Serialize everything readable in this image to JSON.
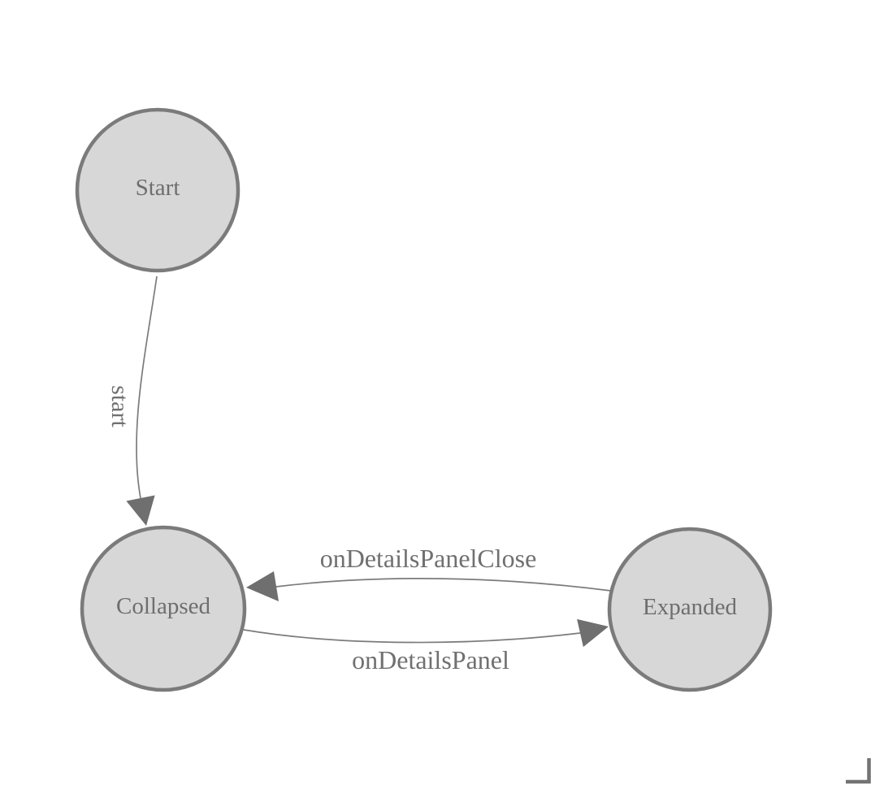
{
  "diagram": {
    "type": "state-diagram",
    "nodes": [
      {
        "id": "start",
        "label": "Start"
      },
      {
        "id": "collapsed",
        "label": "Collapsed"
      },
      {
        "id": "expanded",
        "label": "Expanded"
      }
    ],
    "edges": [
      {
        "from": "Start",
        "to": "Collapsed",
        "label": "start"
      },
      {
        "from": "Collapsed",
        "to": "Expanded",
        "label": "onDetailsPanel"
      },
      {
        "from": "Expanded",
        "to": "Collapsed",
        "label": "onDetailsPanelClose"
      }
    ],
    "colors": {
      "node_fill": "#d7d7d7",
      "node_border": "#7b7b7b",
      "edge_stroke": "#7b7b7b",
      "arrow_fill": "#6f6f6f",
      "label_text": "#707070",
      "background": "#ffffff"
    }
  }
}
